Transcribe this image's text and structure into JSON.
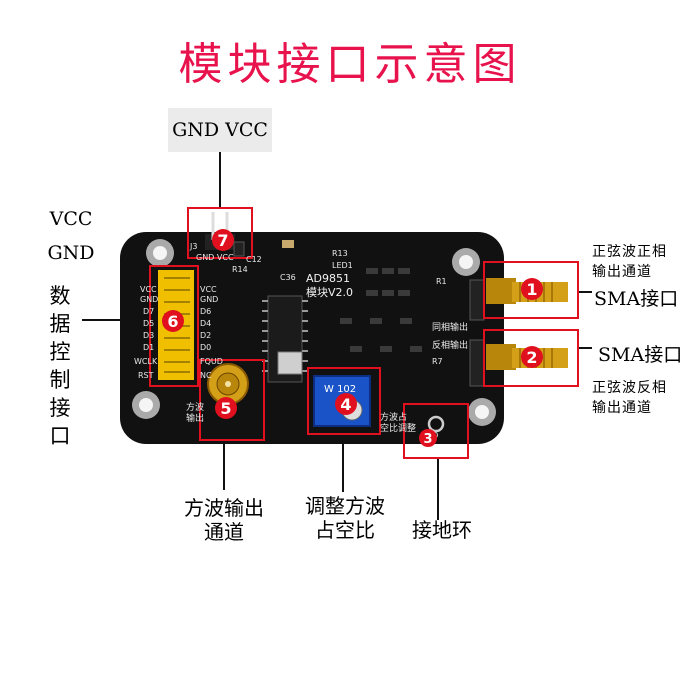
{
  "title": "模块接口示意图",
  "header_box": {
    "text": "GND VCC"
  },
  "left_labels": {
    "vcc": "VCC",
    "gnd": "GND",
    "data_port": [
      "数",
      "据",
      "控",
      "制",
      "接",
      "口"
    ]
  },
  "right_labels": {
    "top_desc": [
      "正弦波正相",
      "输出通道"
    ],
    "sma_top": "SMA接口",
    "sma_bottom": "SMA接口",
    "bottom_desc": [
      "正弦波反相",
      "输出通道"
    ]
  },
  "bottom_labels": {
    "square_out": [
      "方波输出",
      "通道"
    ],
    "duty": [
      "调整方波",
      "占空比"
    ],
    "ground": "接地环"
  },
  "markers": [
    "1",
    "2",
    "3",
    "4",
    "5",
    "6",
    "7"
  ],
  "board_text": {
    "module_name": "AD9851",
    "module_ver": "模块V2.0",
    "pin_labels": [
      "VCC",
      "GND",
      "D7",
      "D6",
      "D5",
      "D4",
      "D3",
      "D2",
      "D1",
      "D0",
      "WCLK",
      "FQUD",
      "RST",
      "NC"
    ],
    "j3": "J3",
    "gnd_vcc_pin": "GND VCC",
    "r14": "R14",
    "c12": "C12",
    "r13": "R13",
    "led1": "LED1",
    "c36": "C36",
    "sq_out": [
      "方波",
      "输出"
    ],
    "tr_label": "W 102",
    "duty_pcb": [
      "方波占",
      "空比调整"
    ],
    "gnd_pcb": "GND",
    "in_phase": "同相输出",
    "anti_phase": "反相输出",
    "r1": "R1",
    "r7": "R7"
  },
  "colors": {
    "title": "#e8124c",
    "marker": "#e0101e",
    "frame": "#e0101e",
    "board": "#111111",
    "header_pins": "#f0c000",
    "sma": "#d4a017",
    "trimmer": "#1a53c7"
  }
}
